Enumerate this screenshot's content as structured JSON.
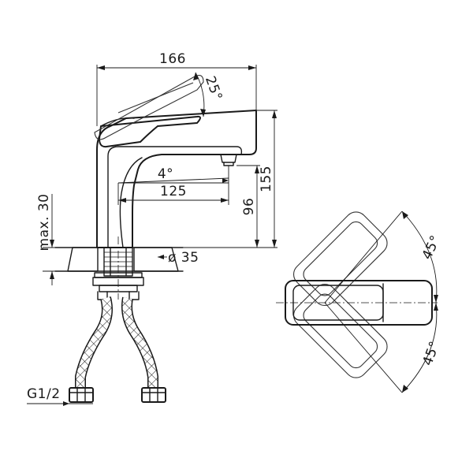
{
  "dimensions": {
    "overall_length": "166",
    "lever_angle": "25°",
    "overall_height": "155",
    "spout_angle": "4°",
    "spout_reach": "125",
    "spout_height": "96",
    "max_deck_thickness": "max. 30",
    "hole_diameter": "ø 35",
    "connection_thread": "G1/2",
    "rotation_angle_top": "45°",
    "rotation_angle_bottom": "45°"
  }
}
